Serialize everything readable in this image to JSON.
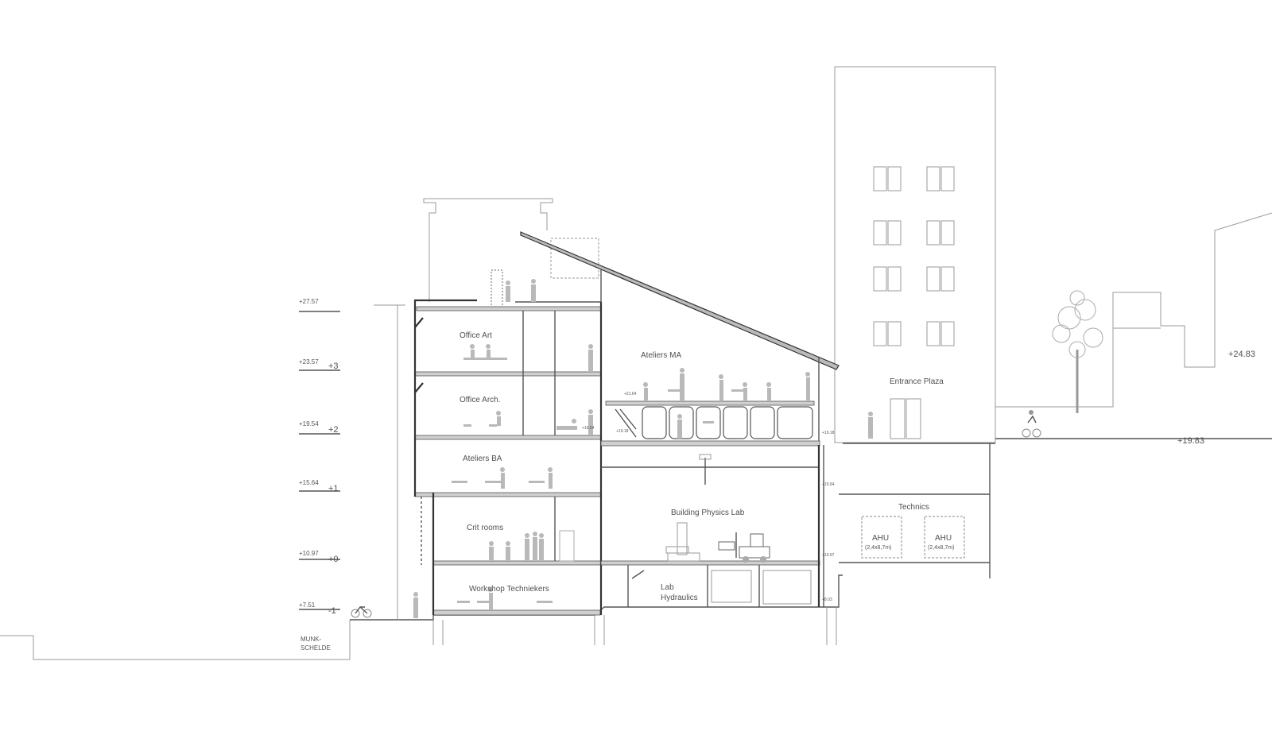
{
  "rooms": {
    "office_art": "Office Art",
    "office_arch": "Office Arch.",
    "ateliers_ba": "Ateliers BA",
    "crit_rooms": "Crit rooms",
    "workshop": "Workshop Techniekers",
    "ateliers_ma": "Ateliers MA",
    "building_physics_lab": "Building Physics Lab",
    "lab_hydraulics": "Lab\nHydraulics",
    "entrance_plaza": "Entrance Plaza",
    "technics": "Technics",
    "ahu_1": "AHU",
    "ahu_1_size": "(2,4x8,7m)",
    "ahu_2": "AHU",
    "ahu_2_size": "(2,4x8,7m)"
  },
  "levels": [
    {
      "elevation": "+27.57",
      "floor": ""
    },
    {
      "elevation": "+23.57",
      "floor": "+3"
    },
    {
      "elevation": "+19.54",
      "floor": "+2"
    },
    {
      "elevation": "+15.64",
      "floor": "+1"
    },
    {
      "elevation": "+10.97",
      "floor": "+0"
    },
    {
      "elevation": "+7.51",
      "floor": "-1"
    }
  ],
  "inner_levels": {
    "atelier_ma": "+21.64",
    "mezz_left": "+19.54",
    "mezz_mid": "+19.18",
    "right_top": "+19.18",
    "right_mid": "+15.64",
    "right_low": "+10.97",
    "right_base": "+8.03"
  },
  "site": {
    "street": "MUNK-\nSCHELDE",
    "plaza_level": "+19.83",
    "right_level": "+24.83"
  }
}
